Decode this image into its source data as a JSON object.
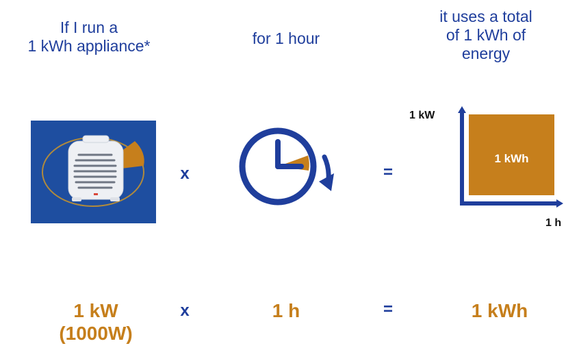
{
  "captions": {
    "appliance": [
      "If I run a",
      "1 kWh appliance*"
    ],
    "duration": "for 1 hour",
    "result": [
      "it uses a total",
      "of 1 kWh of",
      "energy"
    ]
  },
  "operators": {
    "times": "x",
    "equals": "="
  },
  "graph": {
    "y_label": "1 kW",
    "x_label": "1 h",
    "area_label": "1 kWh"
  },
  "values": {
    "power": [
      "1 kW",
      "(1000W)"
    ],
    "time": "1 h",
    "energy": "1 kWh"
  },
  "icons": {
    "appliance": "heater-icon",
    "clock": "clock-icon"
  },
  "colors": {
    "blue": "#1f3e9c",
    "orange": "#c67f1c",
    "heater_bg": "#1e4ea0"
  }
}
